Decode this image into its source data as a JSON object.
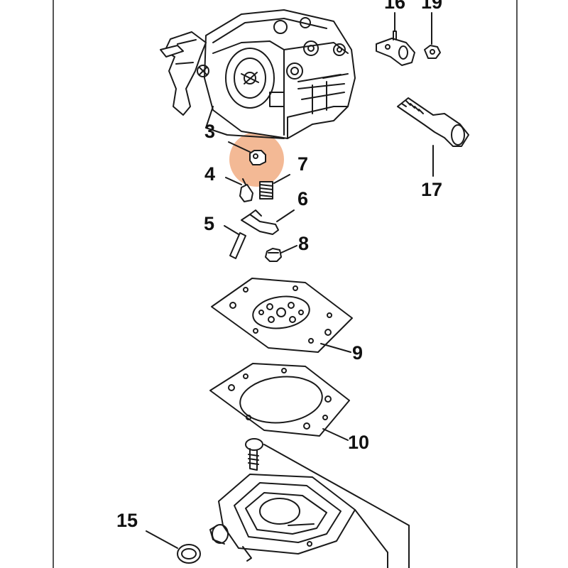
{
  "diagram": {
    "highlight_color": "#f2b58f",
    "line_color": "#1a1a1a",
    "callouts": {
      "part_3": "3",
      "part_4": "4",
      "part_5": "5",
      "part_6": "6",
      "part_7": "7",
      "part_8": "8",
      "part_9": "9",
      "part_10": "10",
      "part_15": "15",
      "part_16": "16",
      "part_17": "17",
      "part_19": "19"
    },
    "highlighted_part": "3"
  }
}
